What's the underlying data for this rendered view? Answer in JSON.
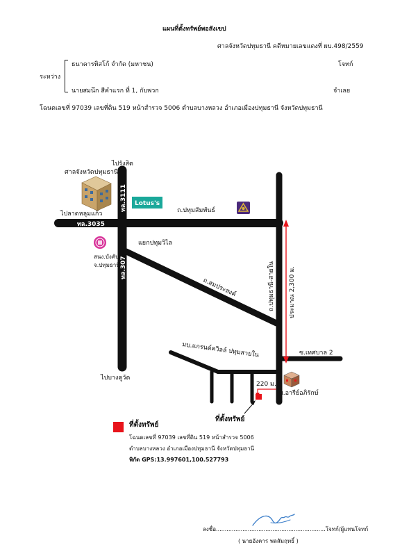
{
  "header": {
    "title": "แผนที่ตั้งทรัพย์พอสังเขป",
    "court_case": "ศาลจังหวัดปทุมธานี คดีหมายเลขแดงที่ ผบ.498/2559",
    "between_label": "ระหว่าง",
    "plaintiff_name": "ธนาคารทิสโก้ จำกัด (มหาชน)",
    "plaintiff_role": "โจทก์",
    "defendant_name": "นายสมนึก สีคำแรก ที่ 1, กับพวก",
    "defendant_role": "จำเลย",
    "deed_line": "โฉนดเลขที่ 97039 เลขที่ดิน 519 หน้าสำรวจ 5006 ตำบลบางหลวง  อำเภอเมืองปทุมธานี จังหวัดปทุมธานี"
  },
  "map": {
    "to_rangsit": "ไปรังสิต",
    "court_label": "ศาลจังหวัดปทุมธานี",
    "road_3111": "ทล.3111",
    "lotus_logo": "Lotus's",
    "pathum_sampan": "ถ.ปทุมสัมพันธ์",
    "to_lat_lum_kaeo": "ไปลาดหลุมแก้ว",
    "road_3035": "ทล.3035",
    "pathum_wilai": "แยกปทุมวิไล",
    "enforcement_office": "สนง.บังคับคดี\nจ.ปทุมธานี",
    "road_307": "ทล.307",
    "samprasong": "ถ.สมประสงค์",
    "pathum_sai_nai_road": "ถ.ปทุมธานี-สายใน",
    "distance_2300": "ประมาณ 2,300 ม.",
    "soi_thetsaban": "ซ.เทศบาล 2",
    "village": "มบ.แกรนด์ควิลล์ ปทุมสายใน",
    "to_bang_khu_wat": "ไปบางคูวัด",
    "distance_220": "220 ม.",
    "arrow_label": "ที่ตั้งทรัพย์",
    "company": "บ.อารีย์อภิรักษ์"
  },
  "colors": {
    "road": "#111111",
    "red": "#e8141b",
    "lotus_bg": "#1aa89a",
    "scb_purple": "#4b2a7b",
    "scb_gold": "#d9b23a",
    "pink": "#d8349a",
    "building": "#c9a46a"
  },
  "legend": {
    "title": "ที่ตั้งทรัพย์",
    "deed": "โฉนดเลขที่ 97039 เลขที่ดิน 519 หน้าสำรวจ 5006",
    "location": "ตำบลบางหลวง  อำเภอเมืองปทุมธานี จังหวัดปทุมธานี",
    "gps": "พิกัด GPS:13.997601,100.527793"
  },
  "signature": {
    "sign_prefix": "ลงชื่อ",
    "dots": "..............................................................",
    "role": "โจทก์/ผู้แทนโจทก์",
    "name": "( นายอังคาร พลสัมฤทธิ์ )"
  }
}
